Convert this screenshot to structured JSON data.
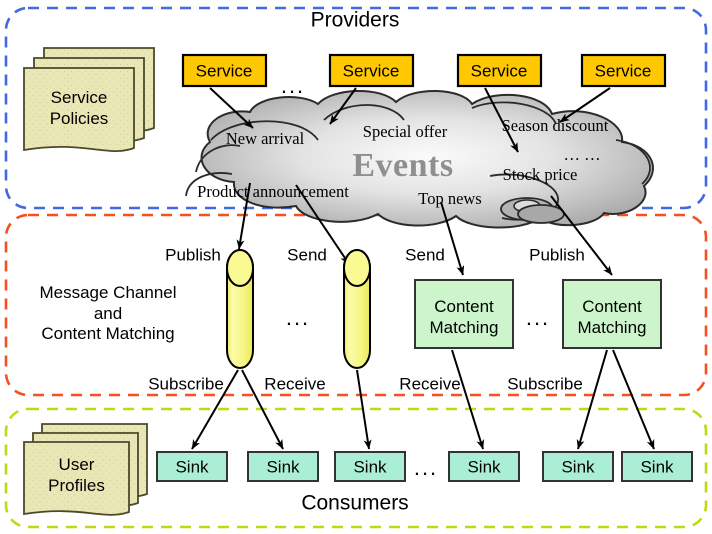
{
  "zones": [
    {
      "id": "providers",
      "title": "Providers",
      "border_color": "#4169e1"
    },
    {
      "id": "middleware",
      "title": "",
      "border_color": "#f4511e"
    },
    {
      "id": "consumers",
      "title": "Consumers",
      "border_color": "#c3d714"
    }
  ],
  "middleware_caption": {
    "line1": "Message Channel",
    "line2": "and",
    "line3": "Content Matching"
  },
  "documents": [
    {
      "name": "service-policies",
      "line1": "Service",
      "line2": "Policies",
      "fill": "#eae7b7"
    },
    {
      "name": "user-profiles",
      "line1": "User",
      "line2": "Profiles",
      "fill": "#eae7b7"
    }
  ],
  "providers": {
    "label": "Service",
    "fill": "#ffc800",
    "count": 4,
    "ellipsis": "...",
    "boxes": [
      {
        "label": "Service"
      },
      {
        "label": "Service"
      },
      {
        "label": "Service"
      },
      {
        "label": "Service"
      }
    ]
  },
  "cloud": {
    "title": "Events",
    "title_color": "#8f8f8f",
    "fill_light": "#f2f2f2",
    "fill_dark": "#a9a9a9",
    "events": [
      {
        "text": "New arrival"
      },
      {
        "text": "Special offer"
      },
      {
        "text": "Season discount"
      },
      {
        "text": "… …"
      },
      {
        "text": "Stock price"
      },
      {
        "text": "Product announcement"
      },
      {
        "text": "Top news"
      }
    ]
  },
  "channels": {
    "fill": "#f7f78f",
    "ellipsis": "...",
    "items": [
      {
        "name": "message-channel-1",
        "top_label": "Publish",
        "bottom_label": "Subscribe"
      },
      {
        "name": "message-channel-2",
        "top_label": "Send",
        "bottom_label": "Receive"
      }
    ]
  },
  "matchers": {
    "fill": "#ccf5cc",
    "ellipsis": "...",
    "items": [
      {
        "name": "content-matching-1",
        "line1": "Content",
        "line2": "Matching",
        "top_label": "Send",
        "bottom_label": "Receive"
      },
      {
        "name": "content-matching-2",
        "line1": "Content",
        "line2": "Matching",
        "top_label": "Publish",
        "bottom_label": "Subscribe"
      }
    ]
  },
  "sinks": {
    "label": "Sink",
    "fill": "#aaefd5",
    "ellipsis": "...",
    "items": [
      {
        "label": "Sink"
      },
      {
        "label": "Sink"
      },
      {
        "label": "Sink"
      },
      {
        "label": "Sink"
      },
      {
        "label": "Sink"
      },
      {
        "label": "Sink"
      }
    ]
  }
}
